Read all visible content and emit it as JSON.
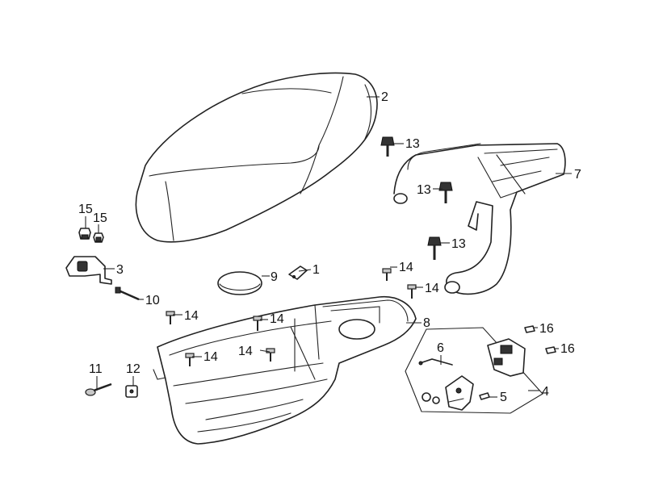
{
  "callouts": {
    "c1": "1",
    "c2": "2",
    "c3": "3",
    "c4": "4",
    "c5": "5",
    "c6": "6",
    "c7": "7",
    "c8": "8",
    "c9": "9",
    "c10": "10",
    "c11": "11",
    "c12": "12",
    "c13a": "13",
    "c13b": "13",
    "c13c": "13",
    "c14a": "14",
    "c14b": "14",
    "c14c": "14",
    "c14d": "14",
    "c14e": "14",
    "c14f": "14",
    "c15a": "15",
    "c15b": "15",
    "c16a": "16",
    "c16b": "16"
  },
  "colors": {
    "line": "#222222",
    "fill": "#ffffff",
    "hardware": "#333333"
  }
}
